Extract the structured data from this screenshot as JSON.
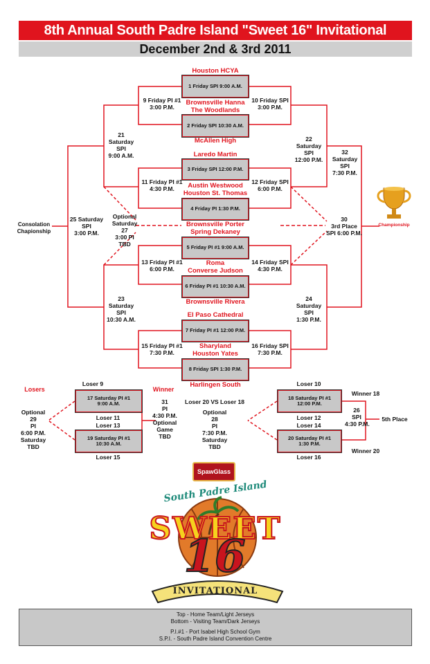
{
  "header": {
    "title": "8th Annual South Padre Island \"Sweet 16\" Invitational",
    "date": "December 2nd & 3rd 2011"
  },
  "teams": {
    "t1": "Houston HCYA",
    "t2": "Brownsville Hanna",
    "t3": "The Woodlands",
    "t4": "McAllen High",
    "t5": "Laredo Martin",
    "t6": "Austin Westwood",
    "t7": "Houston St. Thomas",
    "t8": "Brownsville Porter",
    "t9": "Spring Dekaney",
    "t10": "Roma",
    "t11": "Converse Judson",
    "t12": "Brownsville Rivera",
    "t13": "El Paso Cathedral",
    "t14": "Sharyland",
    "t15": "Houston Yates",
    "t16": "Harlingen South"
  },
  "games": {
    "g1": "1 Friday SPI 9:00 A.M.",
    "g2": "2 Friday SPI 10:30 A.M.",
    "g3": "3 Friday SPI 12:00 P.M.",
    "g4": "4 Friday PI 1:30 P.M.",
    "g5": "5 Friday PI #1 9:00 A.M.",
    "g6": "6 Friday PI #1 10:30 A.M.",
    "g7": "7 Friday PI #1 12:00 P.M.",
    "g8": "8 Friday SPI  1:30 P.M.",
    "g17a": "17 Saturday PI #1",
    "g17b": "9:00 A.M.",
    "g19a": "19 Saturday PI #1",
    "g19b": "10:30 A.M.",
    "g18a": "18 Saturday PI #1",
    "g18b": "12:00 P.M.",
    "g20a": "20 Saturday PI #1",
    "g20b": "1:30 P.M."
  },
  "labels": {
    "g9": [
      "9 Friday PI #1",
      "3:00 P.M."
    ],
    "g10": [
      "10 Friday SPI",
      "3:00 P.M."
    ],
    "g11": [
      "11 Friday PI #1",
      "4:30 P.M."
    ],
    "g12": [
      "12 Friday SPI",
      "6:00 P.M."
    ],
    "g13": [
      "13 Friday PI #1",
      "6:00 P.M."
    ],
    "g14": [
      "14 Friday SPI",
      "4:30 P.M."
    ],
    "g15": [
      "15 Friday PI #1",
      "7:30 P.M."
    ],
    "g16": [
      "16 Friday SPI",
      "7:30 P.M."
    ],
    "g21": [
      "21",
      "Saturday",
      "SPI",
      "9:00 A.M."
    ],
    "g22": [
      "22",
      "Saturday",
      "SPI",
      "12:00 P.M."
    ],
    "g23": [
      "23",
      "Saturday",
      "SPI",
      "10:30 A.M."
    ],
    "g24": [
      "24",
      "Saturday",
      "SPI",
      "1:30 P.M."
    ],
    "g25": [
      "25 Saturday",
      "SPI",
      "3:00 P.M."
    ],
    "g27": [
      "Optional",
      "Saturday",
      "27",
      "3:00 PI",
      "TBD"
    ],
    "g30": [
      "30",
      "3rd Place",
      "SPI 6:00 P.M."
    ],
    "g32": [
      "32",
      "Saturday",
      "SPI",
      "7:30 P.M."
    ],
    "consolation": [
      "Consolation",
      "Chapionship"
    ],
    "championship": "Championship",
    "losers": "Losers",
    "winner": "Winner",
    "loser9": "Loser 9",
    "loser11": "Loser 11",
    "loser13": "Loser 13",
    "loser15": "Loser 15",
    "loser10": "Loser 10",
    "loser12": "Loser 12",
    "loser14": "Loser 14",
    "loser16": "Loser 16",
    "g29": [
      "Optional",
      "29",
      "PI",
      "6:00 P.M.",
      "Saturday",
      "TBD"
    ],
    "g31": [
      "31",
      "PI",
      "4:30 P.M.",
      "Optional",
      "Game",
      "TBD"
    ],
    "vs": "Loser 20  VS  Loser 18",
    "g28": [
      "Optional",
      "28",
      "PI",
      "7:30 P.M.",
      "Saturday",
      "TBD"
    ],
    "winner18": "Winner 18",
    "winner20": "Winner 20",
    "g26": [
      "26",
      "SPI",
      "4:30 P.M."
    ],
    "fifth": "5th Place"
  },
  "logo": {
    "sponsor": "SpawGlass",
    "top": "South Padre Island",
    "word": "SWEET",
    "number": "16",
    "banner": "INVITATIONAL"
  },
  "footer": {
    "line1": "Top - Home Team/Light Jerseys",
    "line2": "Bottom - Visiting Team/Dark Jerseys",
    "line3": "P.I.#1 - Port Isabel High School Gym",
    "line4": "S.P.I. - South Padre Island Convention Centre"
  },
  "colors": {
    "accent": "#e0141e",
    "box": "#c8c8c8",
    "gold": "#e6a01e"
  }
}
